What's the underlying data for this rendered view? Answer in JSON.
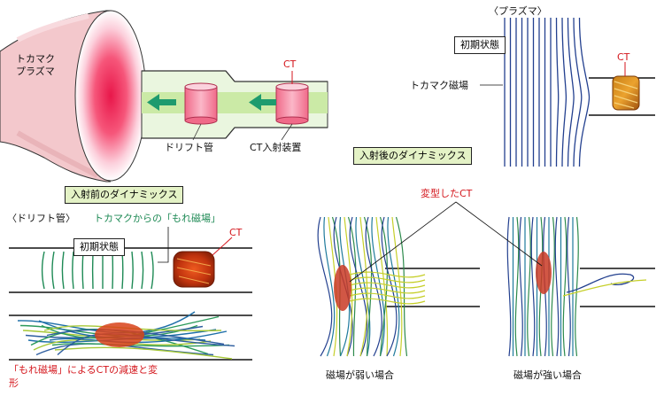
{
  "top_left": {
    "tokamak_plasma_line1": "トカマク",
    "tokamak_plasma_line2": "プラズマ",
    "ct": "CT",
    "drift_tube": "ドリフト管",
    "ct_injector": "CT入射装置"
  },
  "top_right": {
    "plasma_bracket": "〈プラズマ〉",
    "initial_state": "初期状態",
    "tokamak_field": "トカマク磁場",
    "ct": "CT",
    "dynamics_after": "入射後のダイナミックス"
  },
  "bottom_left": {
    "dynamics_before": "入射前のダイナミックス",
    "drift_tube_bracket": "〈ドリフト管〉",
    "leak_field": "トカマクからの「もれ磁場」",
    "ct": "CT",
    "initial_state": "初期状態",
    "caption_line1": "「もれ磁場」によるCTの減速と変",
    "caption_line2": "形"
  },
  "bottom_right": {
    "deformed_ct": "変型したCT",
    "weak_field": "磁場が弱い場合",
    "strong_field": "磁場が強い場合"
  },
  "colors": {
    "label_red": "#d4161c",
    "label_green": "#1e8a55",
    "box_green": "#e4f2c6",
    "arrow_green": "#1e9b6e",
    "tube_green": "#d5f0b4",
    "plasma_pink": "#f3c8cc",
    "ct_pink": "#f07f9a",
    "field_blue": "#23408f"
  }
}
